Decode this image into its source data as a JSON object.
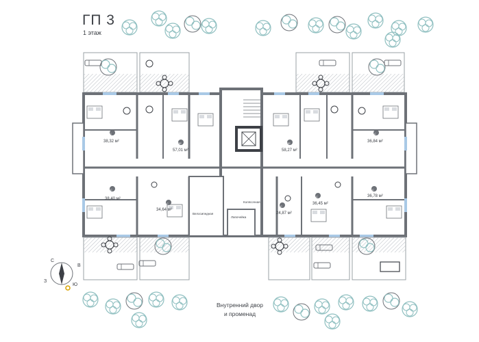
{
  "header": {
    "title": "ГП 3",
    "floor": "1 этаж"
  },
  "compass": {
    "north": "С",
    "east": "В",
    "west": "З",
    "south": "Ю"
  },
  "apartments": [
    {
      "id": "apt-1",
      "type": "C",
      "area": "38,32 м²"
    },
    {
      "id": "apt-2",
      "type": "3Е",
      "area": "57,01 м²"
    },
    {
      "id": "apt-3",
      "type": "3Е",
      "area": "58,27 м²"
    },
    {
      "id": "apt-4",
      "type": "C",
      "area": "36,84 м²"
    },
    {
      "id": "apt-5",
      "type": "C",
      "area": "38,40 м²"
    },
    {
      "id": "apt-6",
      "type": "C",
      "area": "34,64 м²"
    },
    {
      "id": "apt-7",
      "type": "C",
      "area": "24,87 м²"
    },
    {
      "id": "apt-8",
      "type": "C",
      "area": "36,45 м²"
    },
    {
      "id": "apt-9",
      "type": "C",
      "area": "36,78 м²"
    }
  ],
  "rooms": {
    "bicycle": "Велосипедная",
    "stroller": "Колясочная",
    "mailroom": "Лапочейка"
  },
  "courtyard": {
    "line1": "Внутренний двор",
    "line2": "и променад"
  },
  "colors": {
    "wall": "#6d7177",
    "floor": "#ffffff",
    "hatch": "#9aa0a6",
    "plant": "#8fbfc0",
    "window": "#a9c9e6",
    "text": "#3d4046"
  }
}
